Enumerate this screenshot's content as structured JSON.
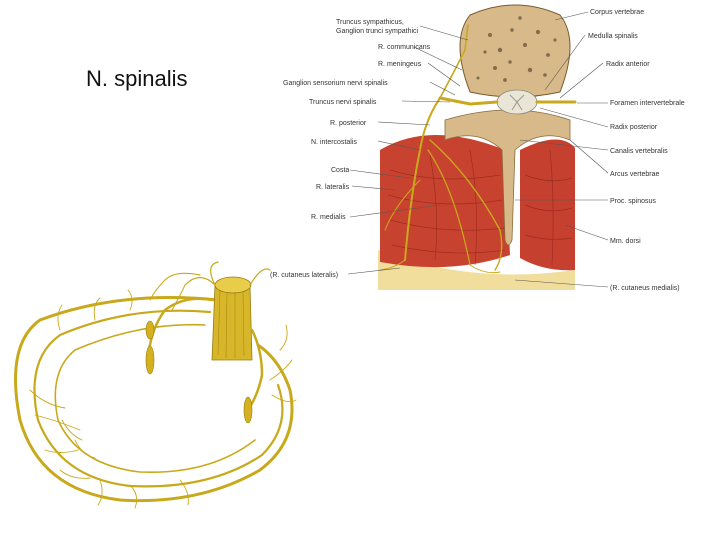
{
  "title": "N. spinalis",
  "labels_left": [
    "Truncus sympathicus,",
    "Ganglion trunci sympathici",
    "R. communicans",
    "R. meningeus",
    "Ganglion sensorium nervi spinalis",
    "Truncus nervi spinalis",
    "R. posterior",
    "N. intercostalis",
    "Costa",
    "R. lateralis",
    "R. medialis",
    "(R. cutaneus lateralis)"
  ],
  "labels_right": [
    "Corpus vertebrae",
    "Medulla spinalis",
    "Radix anterior",
    "Foramen intervertebrale",
    "Radix posterior",
    "Canalis vertebralis",
    "Arcus vertebrae",
    "Proc. spinosus",
    "Mm. dorsi",
    "(R. cutaneus medialis)"
  ],
  "colors": {
    "bone": "#d8b98a",
    "muscle": "#c8432f",
    "nerve": "#d4b21f",
    "fat": "#f1dd9c"
  }
}
